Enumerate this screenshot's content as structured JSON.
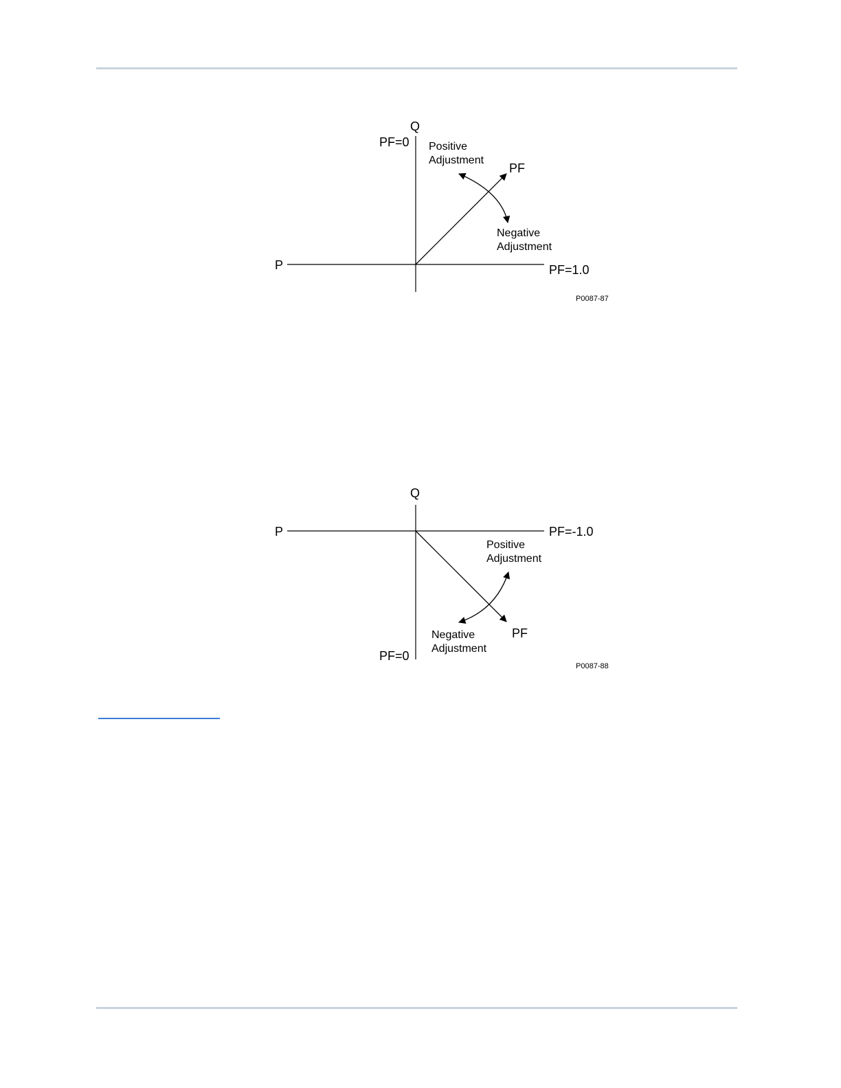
{
  "figure1": {
    "q_label": "Q",
    "pf_zero_label": "PF=0",
    "p_label": "P",
    "pf_one_label": "PF=1.0",
    "pf_label": "PF",
    "positive_line1": "Positive",
    "positive_line2": "Adjustment",
    "negative_line1": "Negative",
    "negative_line2": "Adjustment",
    "figure_id": "P0087-87"
  },
  "figure2": {
    "q_label": "Q",
    "pf_zero_label": "PF=0",
    "p_label": "P",
    "pf_minus_one_label": "PF=-1.0",
    "pf_label": "PF",
    "positive_line1": "Positive",
    "positive_line2": "Adjustment",
    "negative_line1": "Negative",
    "negative_line2": "Adjustment",
    "figure_id": "P0087-88"
  }
}
